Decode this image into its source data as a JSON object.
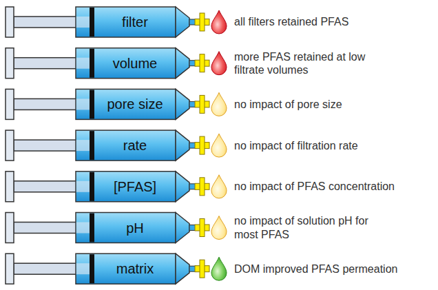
{
  "diagram": {
    "nodes": [
      {
        "text": [
          "filter"
        ]
      },
      {
        "text": [
          "volume"
        ]
      },
      {
        "text": [
          "pore size"
        ]
      },
      {
        "text": [
          "rate"
        ]
      },
      {
        "text": [
          "[PFAS]"
        ]
      },
      {
        "text": [
          "pH"
        ]
      },
      {
        "text": [
          "matrix"
        ]
      }
    ],
    "labels": [
      "all filters retained PFAS",
      "more PFAS retained at low filtrate volumes",
      "no impact of pore size",
      "no impact of filtration rate",
      "no impact of PFAS concentration",
      "no impact of solution pH for most PFAS",
      "DOM improved PFAS permeation"
    ]
  }
}
